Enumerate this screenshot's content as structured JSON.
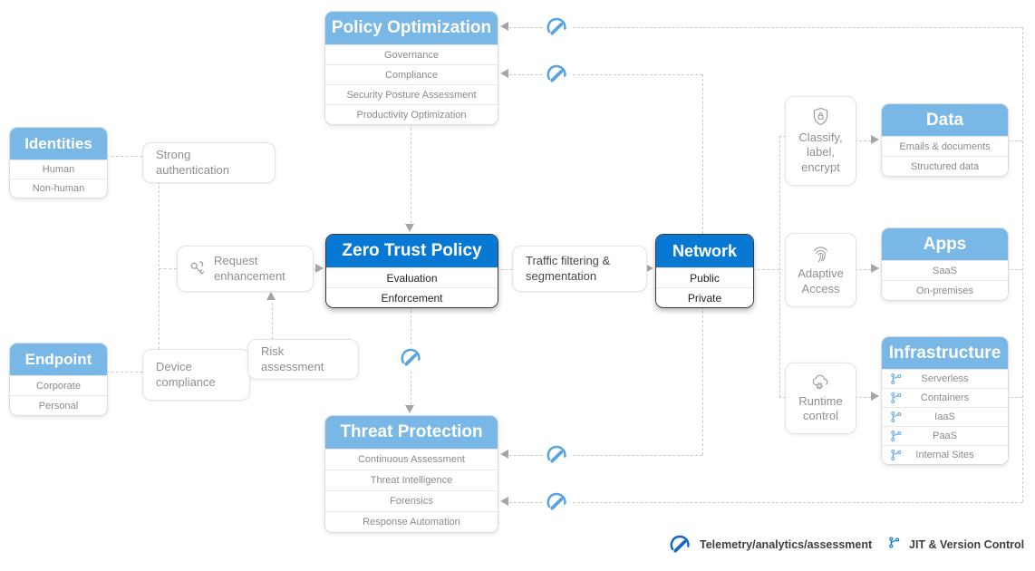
{
  "colors": {
    "accent_blue": "#0778D4",
    "light_blue": "#79B7E6",
    "line_gray": "#C8CBCE",
    "arrow_gray": "#A5A5A5",
    "telemetry_icon_blue": "#55A3E2",
    "legend_icon_blue": "#1268C4"
  },
  "nodes": {
    "policy_optimization": {
      "title": "Policy Optimization",
      "items": [
        "Governance",
        "Compliance",
        "Security Posture Assessment",
        "Productivity Optimization"
      ]
    },
    "identities": {
      "title": "Identities",
      "items": [
        "Human",
        "Non-human"
      ]
    },
    "strong_auth": {
      "label": "Strong authentication"
    },
    "request_enhancement": {
      "label": "Request enhancement"
    },
    "zero_trust_policy": {
      "title": "Zero Trust Policy",
      "items": [
        "Evaluation",
        "Enforcement"
      ]
    },
    "traffic_filtering": {
      "label": "Traffic filtering & segmentation"
    },
    "network": {
      "title": "Network",
      "items": [
        "Public",
        "Private"
      ]
    },
    "classify": {
      "label": "Classify, label, encrypt"
    },
    "data": {
      "title": "Data",
      "items": [
        "Emails & documents",
        "Structured data"
      ]
    },
    "adaptive_access": {
      "label": "Adaptive Access"
    },
    "apps": {
      "title": "Apps",
      "items": [
        "SaaS",
        "On-premises"
      ]
    },
    "runtime_control": {
      "label": "Runtime control"
    },
    "infrastructure": {
      "title": "Infrastructure",
      "items": [
        "Serverless",
        "Containers",
        "IaaS",
        "PaaS",
        "Internal Sites"
      ]
    },
    "endpoint": {
      "title": "Endpoint",
      "items": [
        "Corporate",
        "Personal"
      ]
    },
    "device_compliance": {
      "label": "Device compliance"
    },
    "risk_assessment": {
      "label": "Risk assessment"
    },
    "threat_protection": {
      "title": "Threat Protection",
      "items": [
        "Continuous Assessment",
        "Threat Intelligence",
        "Forensics",
        "Response Automation"
      ]
    }
  },
  "legend": {
    "telemetry": "Telemetry/analytics/assessment",
    "jit": "JIT & Version Control"
  }
}
